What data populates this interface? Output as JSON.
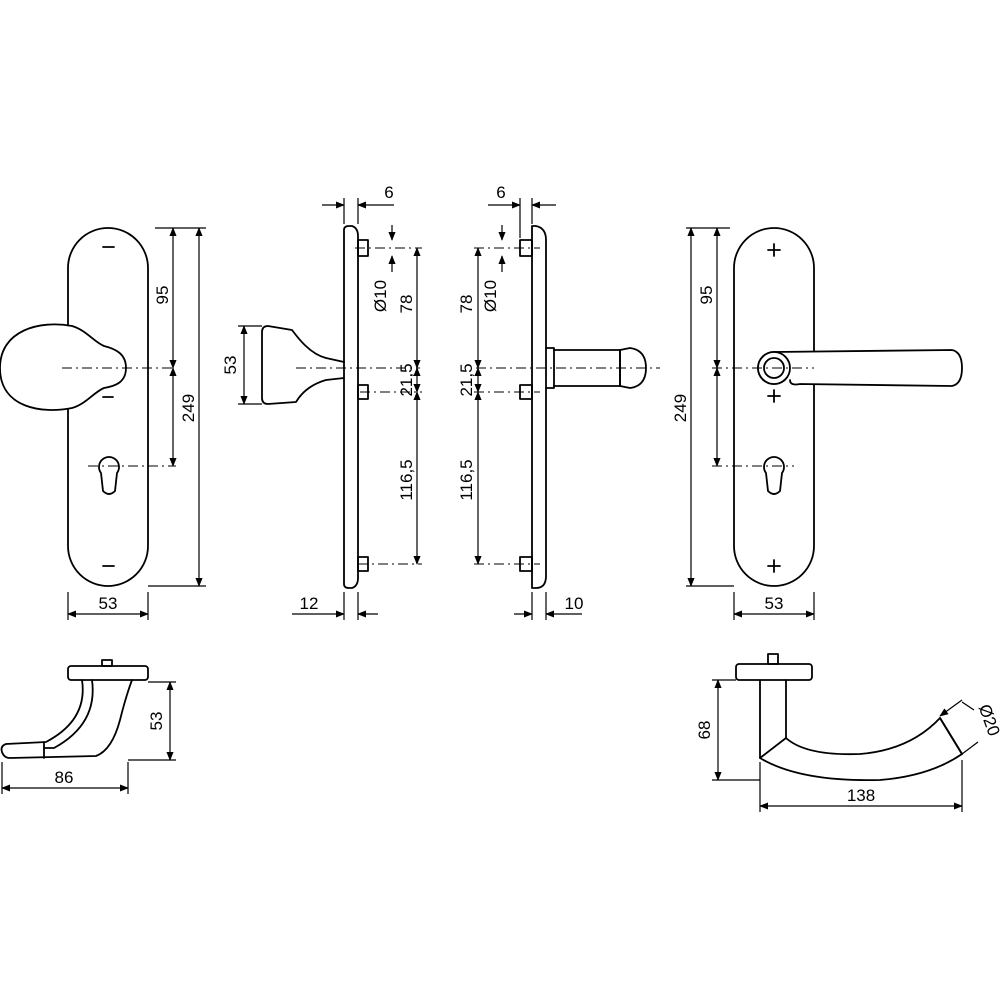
{
  "dimensions": {
    "front_knob": {
      "spacing": "95",
      "height": "249",
      "width": "53"
    },
    "side_knob": {
      "offset": "6",
      "pin": "Ø10",
      "upper": "78",
      "middle": "21,5",
      "lower": "116,5",
      "knob": "53",
      "plate": "12"
    },
    "side_lever": {
      "offset": "6",
      "pin": "Ø10",
      "upper": "78",
      "middle": "21,5",
      "lower": "116,5",
      "plate": "10"
    },
    "front_lever": {
      "spacing": "95",
      "height": "249",
      "width": "53"
    },
    "knob_top": {
      "height": "53",
      "length": "86"
    },
    "lever_top": {
      "height": "68",
      "length": "138",
      "diameter": "Ø20"
    }
  }
}
